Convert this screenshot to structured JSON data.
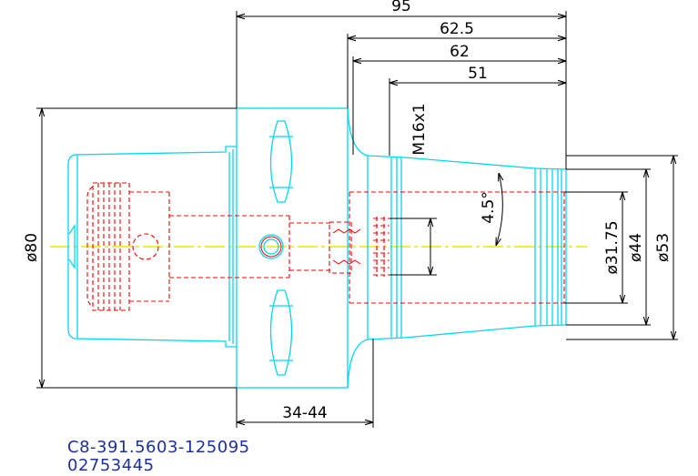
{
  "drawing": {
    "dimensions": {
      "overall_length": "95",
      "length_a": "62.5",
      "length_b": "62",
      "length_c": "51",
      "flange_range": "34-44",
      "thread": "M16x1",
      "angle": "4.5°",
      "dia_body": "ø80",
      "dia_bore": "ø31.75",
      "dia_inner": "ø44",
      "dia_outer": "ø53"
    },
    "colors": {
      "outline": "#00d8f0",
      "hidden_detail": "#ff0000",
      "dimension": "#000000",
      "centerline": "#e8e800",
      "caption": "#1e2fa0"
    }
  },
  "caption": {
    "line1": "C8-391.5603-125095",
    "line2": "02753445"
  }
}
